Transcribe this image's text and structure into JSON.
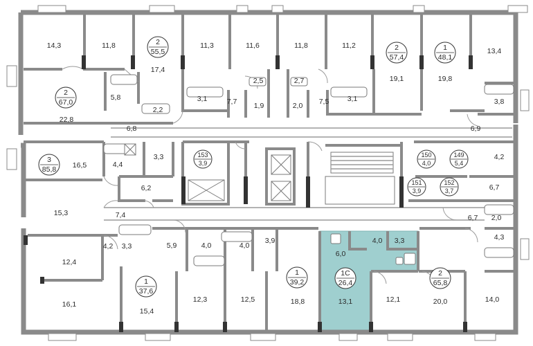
{
  "colors": {
    "wall": "#8a8a8a",
    "highlight": "#9fcfcf",
    "pillar": "#333333",
    "text": "#2b2b2b"
  },
  "areas": {
    "a1": "14,3",
    "a2": "11,8",
    "a3": "17,4",
    "a4": "11,3",
    "a5": "11,6",
    "a6": "11,8",
    "a7": "11,2",
    "a8": "19,1",
    "a9": "19,8",
    "a10": "13,4",
    "a11": "5,8",
    "a12": "2,2",
    "a13": "22,8",
    "a14": "3,1",
    "a15": "7,7",
    "a16": "2,5",
    "a17": "1,9",
    "a18": "2,7",
    "a19": "2,0",
    "a20": "7,5",
    "a21": "3,1",
    "a22": "3,8",
    "a23": "6,8",
    "a24": "6,9",
    "a25": "16,5",
    "a26": "4,4",
    "a27": "3,3",
    "a28": "4,2",
    "a29": "6,2",
    "a30": "6,7",
    "a31": "15,3",
    "a32": "7,4",
    "a33": "6,7",
    "a34": "2,0",
    "a35": "4,3",
    "a36": "12,4",
    "a37": "4,2",
    "a38": "3,3",
    "a39": "5,9",
    "a40": "4,0",
    "a41": "4,0",
    "a42": "3,9",
    "a43": "6,0",
    "a44": "4,0",
    "a45": "3,3",
    "a46": "16,1",
    "a47": "15,4",
    "a48": "12,3",
    "a49": "12,5",
    "a50": "18,8",
    "a51": "13,1",
    "a52": "12,1",
    "a53": "20,0",
    "a54": "14,0"
  },
  "tags": {
    "t1": {
      "num": "2",
      "area": "55,5"
    },
    "t2": {
      "num": "2",
      "area": "57,4"
    },
    "t3": {
      "num": "1",
      "area": "48,1"
    },
    "t4": {
      "num": "2",
      "area": "67,0"
    },
    "t5": {
      "num": "3",
      "area": "85,8"
    },
    "t6": {
      "num": "153",
      "area": "3,9"
    },
    "t7": {
      "num": "150",
      "area": "4,0"
    },
    "t8": {
      "num": "149",
      "area": "5,4"
    },
    "t9": {
      "num": "151",
      "area": "3,9"
    },
    "t10": {
      "num": "152",
      "area": "3,7"
    },
    "t11": {
      "num": "1",
      "area": "37,6"
    },
    "t12": {
      "num": "1",
      "area": "39,2"
    },
    "t13": {
      "num": "1С",
      "area": "26,4"
    },
    "t14": {
      "num": "2",
      "area": "65,8"
    }
  }
}
